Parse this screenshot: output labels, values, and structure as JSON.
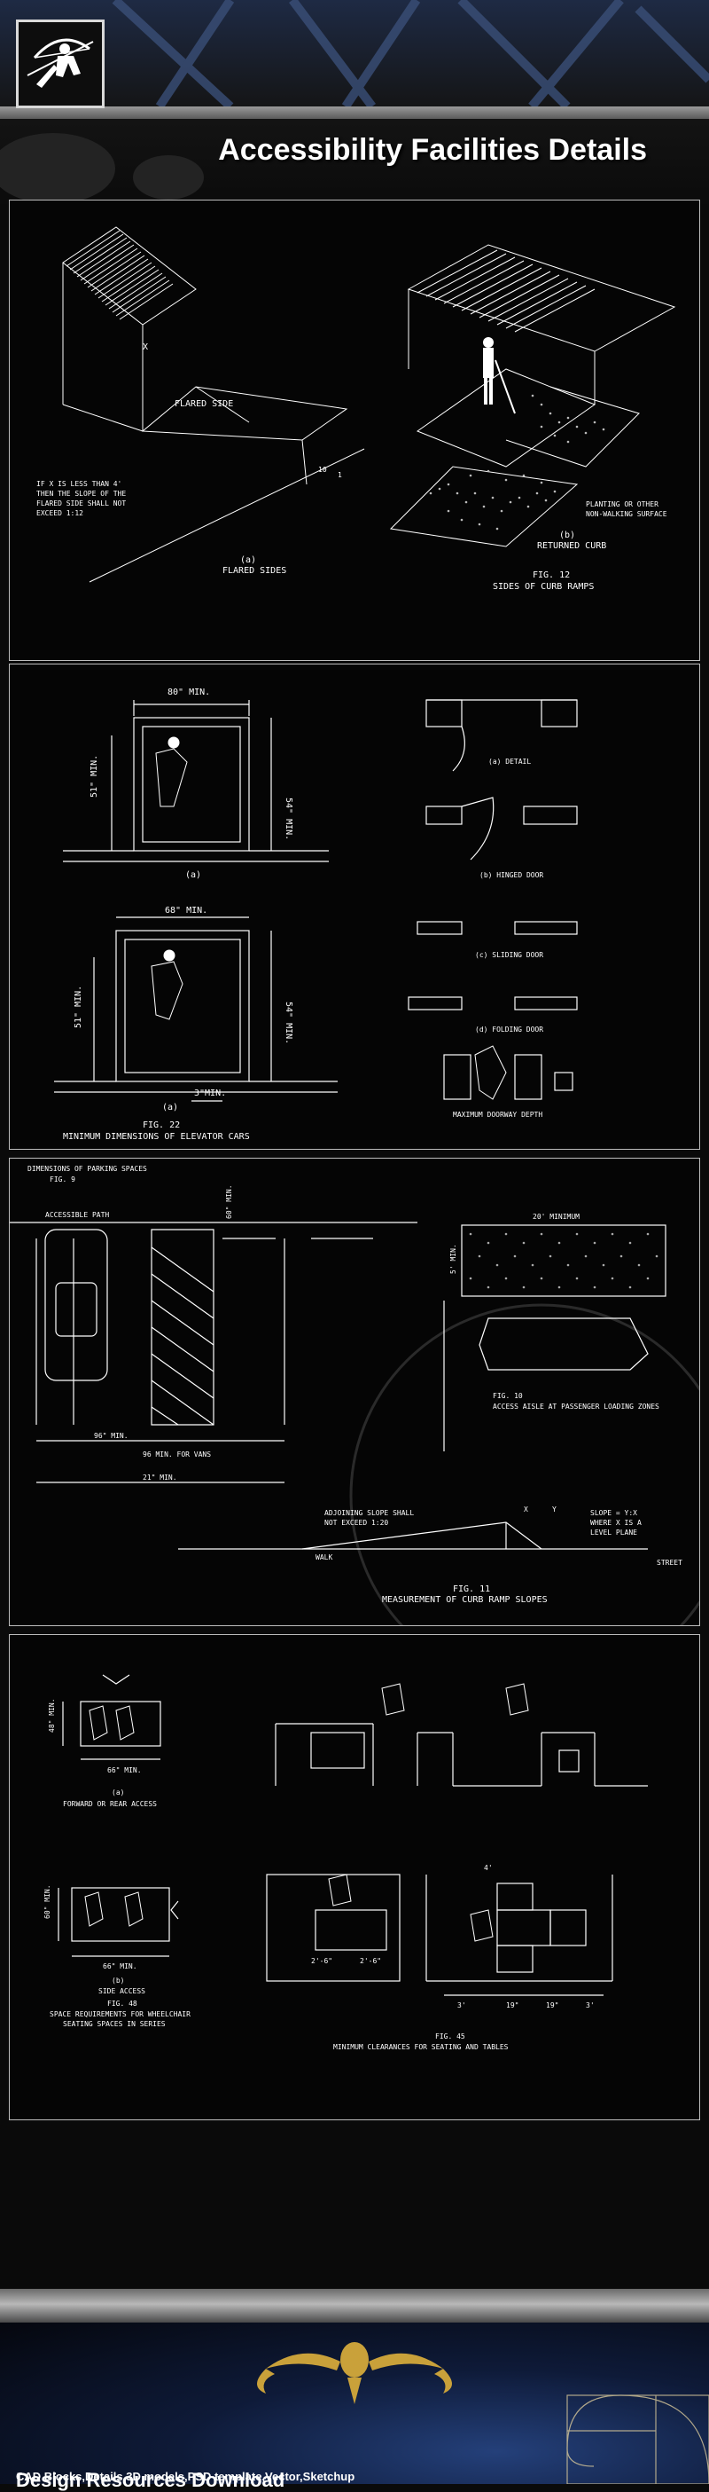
{
  "page": {
    "title": "Accessibility Facilities Details"
  },
  "panel1": {
    "note": [
      "IF  X IS LESS THAN 4'",
      "THEN THE SLOPE OF THE",
      "FLARED SIDE SHALL NOT",
      "EXCEED 1:12"
    ],
    "flared_side": "FLARED SIDE",
    "label_a": "(a)",
    "label_a_text": "FLARED SIDES",
    "label_b": "(b)",
    "label_b_text": "RETURNED CURB",
    "planting": [
      "PLANTING OR OTHER",
      "NON-WALKING SURFACE"
    ],
    "fig": "FIG. 12",
    "fig_caption": "SIDES OF CURB RAMPS",
    "dim_x": "X",
    "slope_10": "10",
    "slope_1": "1"
  },
  "panel2": {
    "dim_80": "80\" MIN.",
    "dim_51a": "51\" MIN.",
    "dim_54a": "54\" MIN.",
    "label_a1": "(a)",
    "dim_68": "68\" MIN.",
    "dim_51b": "51\" MIN.",
    "dim_54b": "54\" MIN.",
    "dim_3min": "3\"MIN.",
    "label_a2": "(a)",
    "fig": "FIG. 22",
    "fig_caption": "MINIMUM DIMENSIONS OF ELEVATOR CARS",
    "door_labels": [
      "(a) DETAIL",
      "(b) HINGED DOOR",
      "(c) SLIDING DOOR",
      "(d) FOLDING DOOR",
      "MAXIMUM DOORWAY DEPTH"
    ]
  },
  "panel3": {
    "dims_parking": "DIMENSIONS OF PARKING SPACES",
    "fig9": "FIG. 9",
    "accessible_path": "ACCESSIBLE PATH",
    "dim_96": "96\" MIN.",
    "dim_60": "60\" MIN.",
    "vans": "96 MIN. FOR VANS",
    "dim_21": "21\" MIN.",
    "dim_20": "20' MINIMUM",
    "dim_5": "5' MIN.",
    "loading": "ACCESS AISLE AT PASSENGER LOADING ZONES",
    "fig10": "FIG. 10",
    "adjoining": [
      "ADJOINING SLOPE SHALL",
      "NOT EXCEED 1:20"
    ],
    "slope": [
      "SLOPE = Y:X",
      "WHERE X IS A",
      "LEVEL PLANE"
    ],
    "walk": "WALK",
    "street": "STREET",
    "x": "X",
    "y": "Y",
    "fig11": "FIG. 11",
    "fig11_caption": "MEASUREMENT OF CURB RAMP SLOPES"
  },
  "panel4": {
    "dim_48": "48\" MIN.",
    "dim_66a": "66\" MIN.",
    "label_a": "(a)",
    "forward": "FORWARD OR REAR ACCESS",
    "dim_60": "60\" MIN.",
    "dim_66b": "66\" MIN.",
    "label_b": "(b)",
    "side": "SIDE ACCESS",
    "fig48": "FIG. 48",
    "fig48_caption": [
      "SPACE REQUIREMENTS FOR WHEELCHAIR",
      "SEATING SPACES IN SERIES"
    ],
    "fig45": "FIG. 45",
    "fig45_caption": "MINIMUM CLEARANCES FOR SEATING AND TABLES",
    "dim_3a": "3'",
    "dim_19a": "19\"",
    "dim_19b": "19\"",
    "dim_3b": "3'",
    "dim_4": "4'",
    "dim_2_6a": "2'-6\"",
    "dim_2_6b": "2'-6\""
  },
  "footer": {
    "title": "Design Resources Download",
    "subtitle": "CAD Blocks,Details,3D models,PSD template,Vector,Sketchup"
  },
  "colors": {
    "background": "#0a0a0a",
    "line": "#ffffff",
    "border": "#bdbdbd",
    "accent_blue": "#24407a",
    "gold": "#c9a13a"
  },
  "icons": [
    "archer-logo-icon",
    "ornament-icon",
    "spiral-icon"
  ]
}
